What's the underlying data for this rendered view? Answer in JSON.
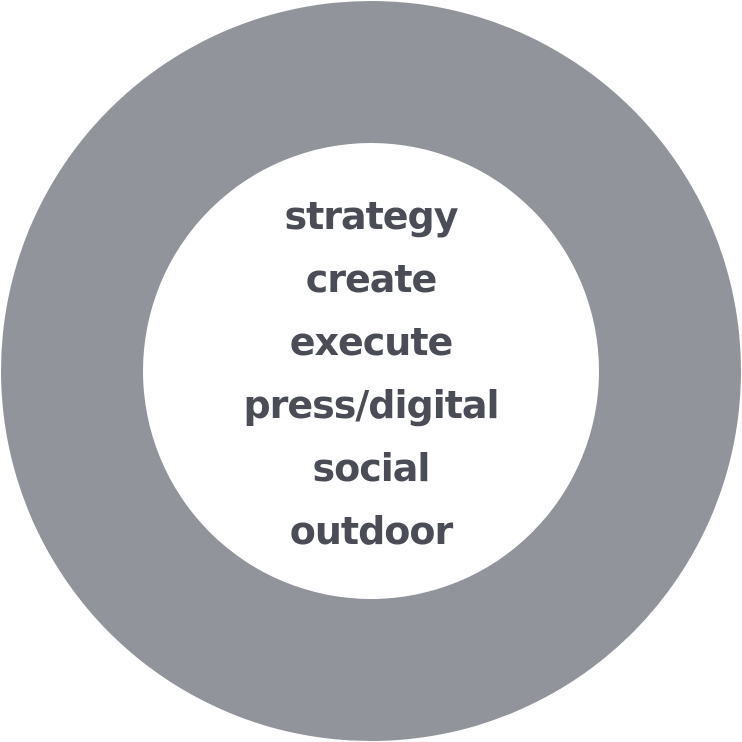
{
  "diagram": {
    "type": "concentric-ring",
    "colors": {
      "ring": "#92949b",
      "center": "#ffffff",
      "text": "#4a4d55"
    },
    "labels": [
      "strategy",
      "create",
      "execute",
      "press/digital",
      "social",
      "outdoor"
    ]
  }
}
